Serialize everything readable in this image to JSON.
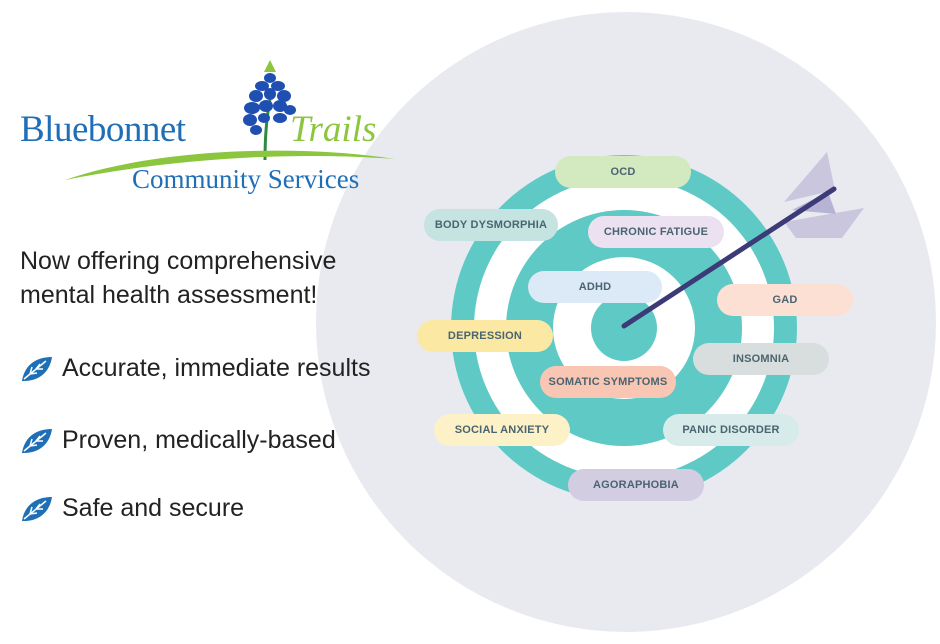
{
  "logo": {
    "word1": "Bluebonnet",
    "word2": "Trails",
    "word3": "Community Services"
  },
  "headline": "Now offering comprehensive mental health assessment!",
  "bullets": [
    {
      "text": "Accurate, immediate results",
      "icon": "leaf-icon"
    },
    {
      "text": "Proven, medically-based",
      "icon": "leaf-icon"
    },
    {
      "text": "Safe and secure",
      "icon": "leaf-icon"
    }
  ],
  "colors": {
    "brand_blue": "#1f6fb6",
    "brand_green": "#8cc63f",
    "target_teal": "#5fcac5",
    "arrow": "#3d3a78",
    "background_circle": "#e9eaf0"
  },
  "conditions": {
    "ocd": "OCD",
    "body_dysmorphia": "BODY DYSMORPHIA",
    "chronic_fatigue": "CHRONIC FATIGUE",
    "adhd": "ADHD",
    "gad": "GAD",
    "depression": "DEPRESSION",
    "insomnia": "INSOMNIA",
    "somatic_symptoms": "SOMATIC SYMPTOMS",
    "social_anxiety": "SOCIAL ANXIETY",
    "panic_disorder": "PANIC DISORDER",
    "agoraphobia": "AGORAPHOBIA"
  }
}
